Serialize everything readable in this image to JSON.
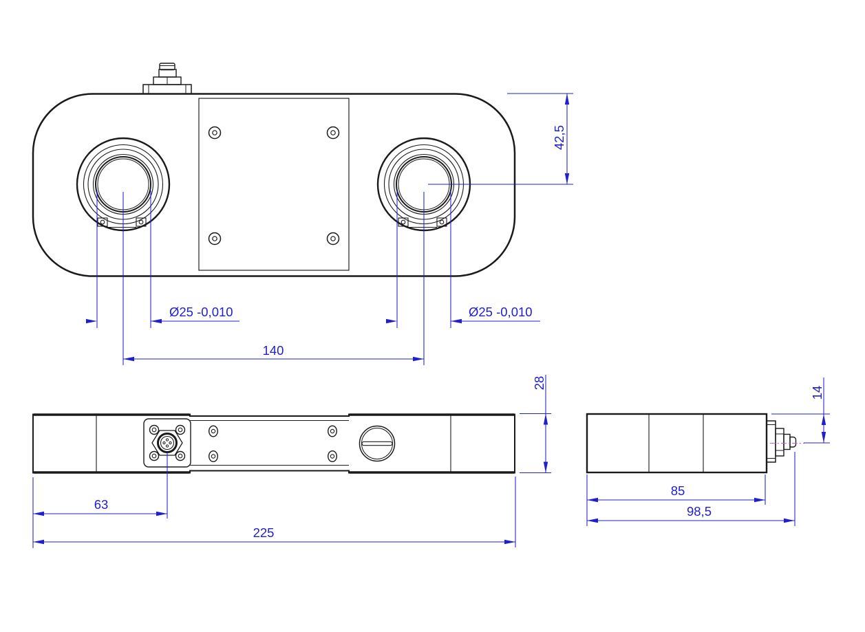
{
  "drawing": {
    "type": "technical-drawing",
    "views": {
      "top_view": "top view with two bore holes and connector",
      "front_view": "front view with connector flange and sealing plug",
      "side_view": "side view with side connector"
    },
    "colors": {
      "line": "#1a1a1a",
      "dimension": "#1f1fd0",
      "centerline": "#c666c6",
      "background": "#ffffff"
    }
  },
  "dimensions": {
    "top_height_to_center": "42,5",
    "bore_left": "Ø25  -0,010",
    "bore_right": "Ø25  -0,010",
    "hole_spacing": "140",
    "bar_thickness": "28",
    "connector_offset": "63",
    "overall_length": "225",
    "body_width": "85",
    "overall_width": "98,5",
    "connector_protrusion": "14"
  }
}
